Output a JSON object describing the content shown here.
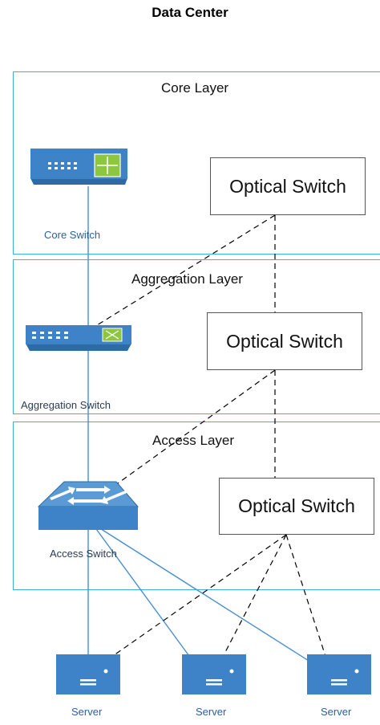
{
  "title": "Data Center",
  "layers": {
    "core": "Core Layer",
    "aggregation": "Aggregation Layer",
    "access": "Access Layer"
  },
  "optical_switch_label": "Optical Switch",
  "devices": {
    "core_switch": "Core Switch",
    "aggregation_switch": "Aggregation Switch",
    "access_switch": "Access Switch",
    "server": "Server"
  },
  "colors": {
    "layer_border": "#3ab0e0",
    "device_blue": "#3e82c7",
    "link_solid": "#4a8fcf",
    "link_dashed": "#000000"
  }
}
